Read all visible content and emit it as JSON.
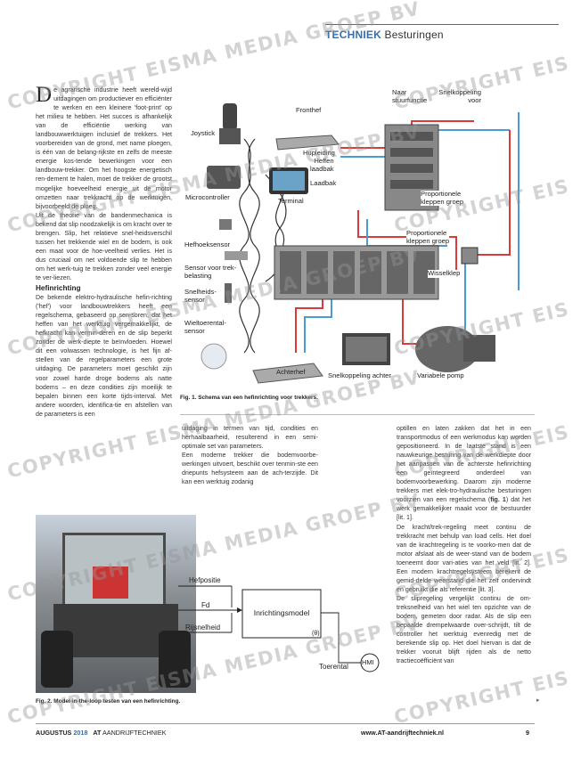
{
  "header": {
    "section_bold": "TECHNIEK",
    "section_rest": "Besturingen"
  },
  "col1": {
    "dropcap": "D",
    "intro": "e agrarische industrie heeft wereld-wijd uitdagingen om productiever en efficiënter te werken en een kleinere 'foot-print' op het milieu te hebben. Het succes is afhankelijk van de efficiëntie werking van landbouwwerktuigen inclusief de trekkers. Het voorbereiden van de grond, met name ploegen, is één van de belang-rijkste en zelfs de meeste energie kos-tende bewerkingen voor een landbouw-trekker. Om het hoogste energetisch ren-dement te halen, moet de trekker de grootst mogelijke hoeveelheid energie uit de motor omzetten naar trekkracht op de werktuigen, bijvoorbeeld de ploeg.",
    "p2": "Uit de theorie van de bandenmechanica is bekend dat slip noodzakelijk is om kracht over te brengen. Slip, het relatieve snel-heidsverschil tussen het trekkende wiel en de bodem, is ook een maat voor de hoe-veelheid verlies. Het is dus cruciaal om net voldoende slip te hebben om het werk-tuig te trekken zonder veel energie te ver-liezen.",
    "subhead": "Hefinrichting",
    "p3": "De bekende elektro-hydraulische hefin-richting ('hef') voor landbouwtrekkers heeft een regelschema, gebaseerd op sen-soren, dat het heffen van het werktuig vergemakkelijkt, de hefkracht kan vermin-deren en de slip beperkt zonder de werk-diepte te beïnvloeden. Hoewel dit een volwassen technologie, is het fijn af-stellen van de regelparameters een grote uitdaging. De parameters moet geschikt zijn voor zowel harde droge bodems als natte bodems – en deze condities zijn moeilijk te bepalen binnen een korte tijds-interval. Met andere woorden, identifica-tie en afstellen van de parameters is een"
  },
  "col2": {
    "text": "uitdaging in termen van tijd, condities en herhaalbaarheid, resulterend in een semi-optimale set van parameters.",
    "p2": "Een moderne trekker die bodemvoorbe-werkingen uitvoert, beschikt over tenmin-ste een driepunts hefsysteem aan de ach-terzijde. Dit kan een werktuig zodanig"
  },
  "col3": {
    "p1": "optillen en laten zakken dat het in een transportmodus of een werkmodus kan worden gepositioneerd. In de laatste stand is een nauwkeurige besturing van de werkdiepte door het aanpassen van de achterste hefinrichting een geïntegreerd onderdeel van bodemvoorbewerking. Daarom zijn moderne trekkers met elek-tro-hydraulische besturingen voorzien van een regelschema (",
    "p1_bold": "fig. 1",
    "p1_end": ") dat het werk gemakkelijker maakt voor de bestuurder [lit. 1].",
    "p2": "De kracht/trek-regeling meet continu de trekkracht met behulp van load cells. Het doel van de krachtregeling is te voorko-men dat de motor afslaat als de weer-stand van de bodem toeneemt door vari-aties van het veld [lit. 2]. Een modern krachtregelsysteem berekent de gemid-delde weerstand die het zelf ondervindt en gebruikt die als referentie [lit. 3].",
    "p3": "De slipregeling vergelijkt continu de om-treksnelheid van het wiel ten opzichte van de bodem, gemeten door radar. Als de slip een bepaalde drempelwaarde over-schrijdt, tilt de controller het werktuig evenredig met de berekende slip op. Het doel hiervan is dat de trekker vooruit blijft rijden als de netto tractiecoëfficiënt van",
    "arrow": "▸"
  },
  "fig1": {
    "caption": "Fig. 1. Schema van een hefinrichting voor trekkers.",
    "labels": {
      "joystick": "Joystick",
      "microcontroller": "Microcontroller",
      "terminal": "Terminal",
      "hefhoeksensor": "Hefhoeksensor",
      "trek1": "Sensor voor trek-",
      "trek2": "belasting",
      "snel1": "Snelheids-",
      "snel2": "sensor",
      "wiel1": "Wieltoerental-",
      "wiel2": "sensor",
      "fronthef": "Fronthef",
      "hupleiding": "Hupleiding",
      "heffen1": "Heffen",
      "heffen2": "laadbak",
      "laadbak": "Laadbak",
      "naar1": "Naar",
      "naar2": "stuurfunctie",
      "snelk1": "Snelkoppeling",
      "snelk2": "voor",
      "prop1a": "Proportionele",
      "prop1b": "kleppen groep",
      "prop2a": "Proportionele",
      "prop2b": "kleppen groep",
      "wisselklep": "Wisselklep",
      "achterhef": "Achterhef",
      "snelachter": "Snelkoppeling achter",
      "pomp": "Variabele pomp"
    }
  },
  "fig2": {
    "caption": "Fig. 2. Model-in-the-loop testen van een hefinrichting.",
    "hefpositie": "Hefpositie",
    "fd": "Fd",
    "rijsnelheid": "Rijsnelheid",
    "model": "Inrichtingsmodel",
    "theta": "(θ)",
    "toerental": "Toerental",
    "hmi": "HMI"
  },
  "footer": {
    "month": "AUGUSTUS",
    "year": "2018",
    "logo": "AT",
    "mag": "AANDRIJFTECHNIEK",
    "url": "www.AT-aandrijftechniek.nl",
    "page": "9"
  },
  "watermark": {
    "text": "COPYRIGHT EISMA MEDIA GROEP BV",
    "short": "COPYRIGHT EIS"
  },
  "colors": {
    "accent": "#3a6ea5",
    "red_line": "#d93a3a",
    "blue_line": "#4a9bd4"
  }
}
